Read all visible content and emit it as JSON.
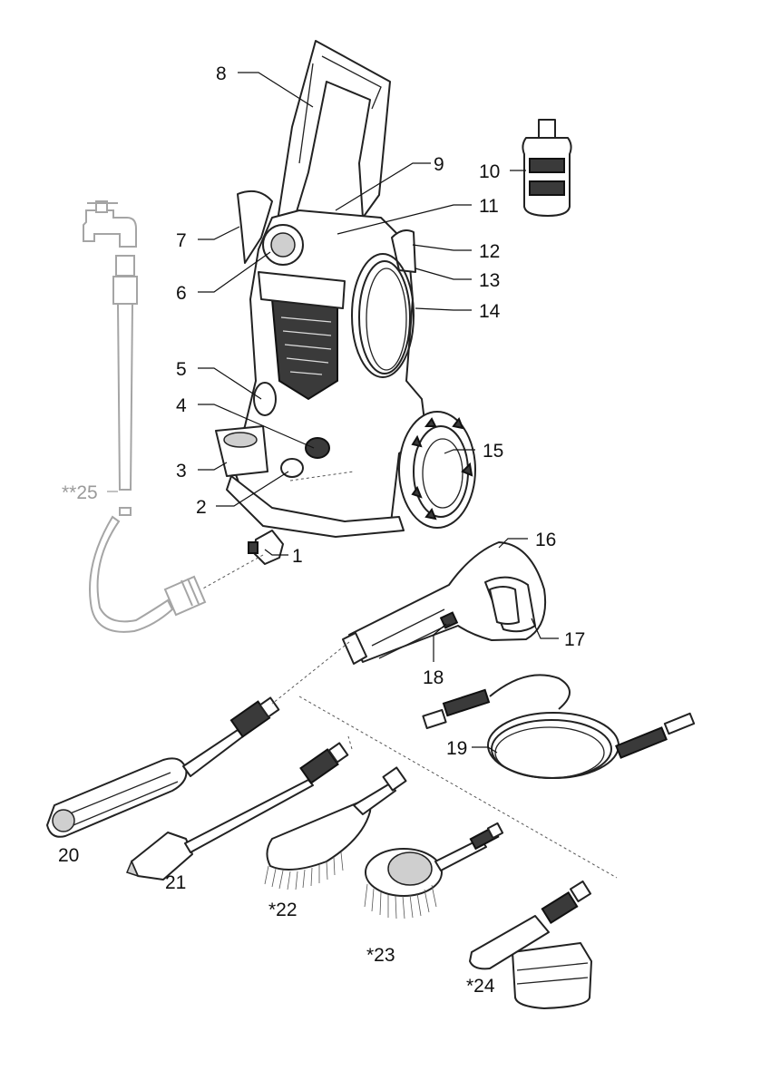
{
  "labels": {
    "p1": "1",
    "p2": "2",
    "p3": "3",
    "p4": "4",
    "p5": "5",
    "p6": "6",
    "p7": "7",
    "p8": "8",
    "p9": "9",
    "p10": "10",
    "p11": "11",
    "p12": "12",
    "p13": "13",
    "p14": "14",
    "p15": "15",
    "p16": "16",
    "p17": "17",
    "p18": "18",
    "p19": "19",
    "p20": "20",
    "p21": "21",
    "p22": "*22",
    "p23": "*23",
    "p24": "*24",
    "p25": "**25"
  }
}
